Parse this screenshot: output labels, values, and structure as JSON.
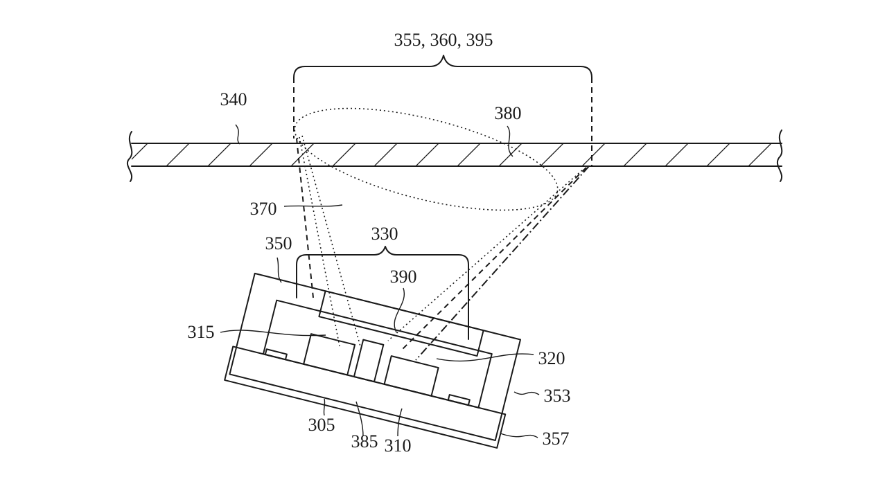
{
  "figure": {
    "labels": {
      "group_top": "355, 360, 395",
      "l340": "340",
      "l380": "380",
      "l370": "370",
      "l330": "330",
      "l350": "350",
      "l390": "390",
      "l315": "315",
      "l320": "320",
      "l353": "353",
      "l305": "305",
      "l385": "385",
      "l310": "310",
      "l357": "357"
    }
  }
}
